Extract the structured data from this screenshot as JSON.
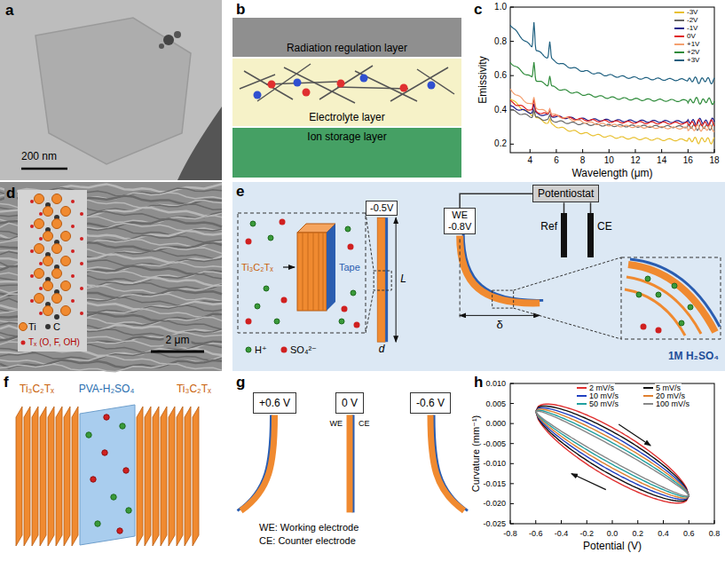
{
  "diagram": {
    "nodes": [
      {
        "text": [
          "Radiation regulation layer"
        ]
      },
      {
        "text": [
          "Electrolyte layer"
        ]
      },
      {
        "text": [
          "Ion storage layer"
        ]
      },
      {
        "text": [
          "-0.5V"
        ]
      },
      {
        "text": [
          "Potentiostat"
        ]
      },
      {
        "text": [
          "WE",
          "-0.8V"
        ]
      },
      {
        "text": [
          "Ref"
        ]
      },
      {
        "text": [
          "CE"
        ]
      },
      {
        "text": [
          "+0.6 V"
        ]
      },
      {
        "text": [
          "0 V"
        ]
      },
      {
        "text": [
          "-0.6 V"
        ]
      }
    ],
    "edges": [
      {
        "from": 4,
        "to": 5,
        "arrow": "none"
      },
      {
        "from": 4,
        "to": 6,
        "arrow": "none"
      },
      {
        "from": 4,
        "to": 7,
        "arrow": "none"
      }
    ],
    "labels": [
      "a",
      "200 nm",
      "b",
      "c",
      "Emissivity",
      "Wavelength (μm)",
      "0.2",
      "0.4",
      "0.6",
      "0.8",
      "1.0",
      "4",
      "6",
      "8",
      "10",
      "12",
      "14",
      "16",
      "18",
      "d",
      "Ti",
      "C",
      "Tₓ (O, F, OH)",
      "2 μm",
      "e",
      "Ti₃C₂Tₓ",
      "Tape",
      "H⁺",
      "SO₄²⁻",
      "L",
      "d",
      "δ",
      "1M H₂SO₄",
      "f",
      "Ti₃C₂Tₓ",
      "PVA-H₂SO₄",
      "Ti₃C₂Tₓ",
      "g",
      "WE",
      "CE",
      "WE: Working electrode",
      "CE: Counter electrode",
      "h",
      "Curvature (mm⁻¹)",
      "Potential (V)",
      "-0.025",
      "-0.020",
      "-0.015",
      "-0.010",
      "-0.005",
      "0.000",
      "0.005",
      "0.010",
      "-0.8",
      "-0.6",
      "-0.4",
      "-0.2",
      "0.0",
      "0.2",
      "0.4",
      "0.6",
      "0.8"
    ],
    "legend": [
      {
        "text": "-3V"
      },
      {
        "text": "-2V"
      },
      {
        "text": "-1V"
      },
      {
        "text": "0V"
      },
      {
        "text": "+1V"
      },
      {
        "text": "+2V"
      },
      {
        "text": "+3V"
      },
      {
        "text": "2 mV/s"
      },
      {
        "text": "5 mV/s"
      },
      {
        "text": "10 mV/s"
      },
      {
        "text": "20 mV/s"
      },
      {
        "text": "50 mV/s"
      },
      {
        "text": "100 mV/s"
      }
    ]
  }
}
